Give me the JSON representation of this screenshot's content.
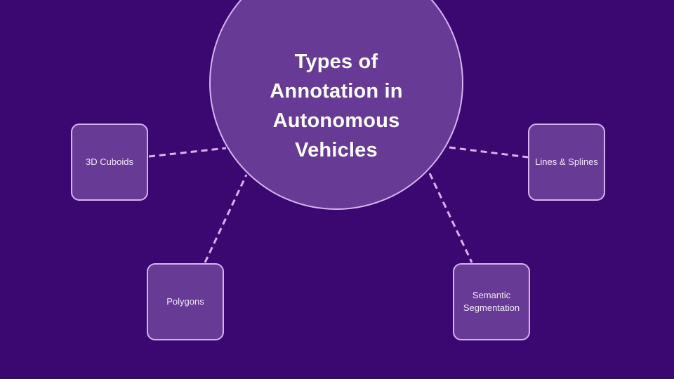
{
  "diagram": {
    "title": "Types of\nAnnotation in\nAutonomous\nVehicles",
    "colors": {
      "background": "#3a0870",
      "node_fill": "#673a95",
      "node_border": "#d7b2f2",
      "connector": "#d7b2f2",
      "title_text": "#ffffff",
      "node_text": "#f3e9fb"
    },
    "nodes": [
      {
        "label": "3D Cuboids"
      },
      {
        "label": "Lines & Splines"
      },
      {
        "label": "Polygons"
      },
      {
        "label": "Semantic Segmentation"
      }
    ]
  }
}
